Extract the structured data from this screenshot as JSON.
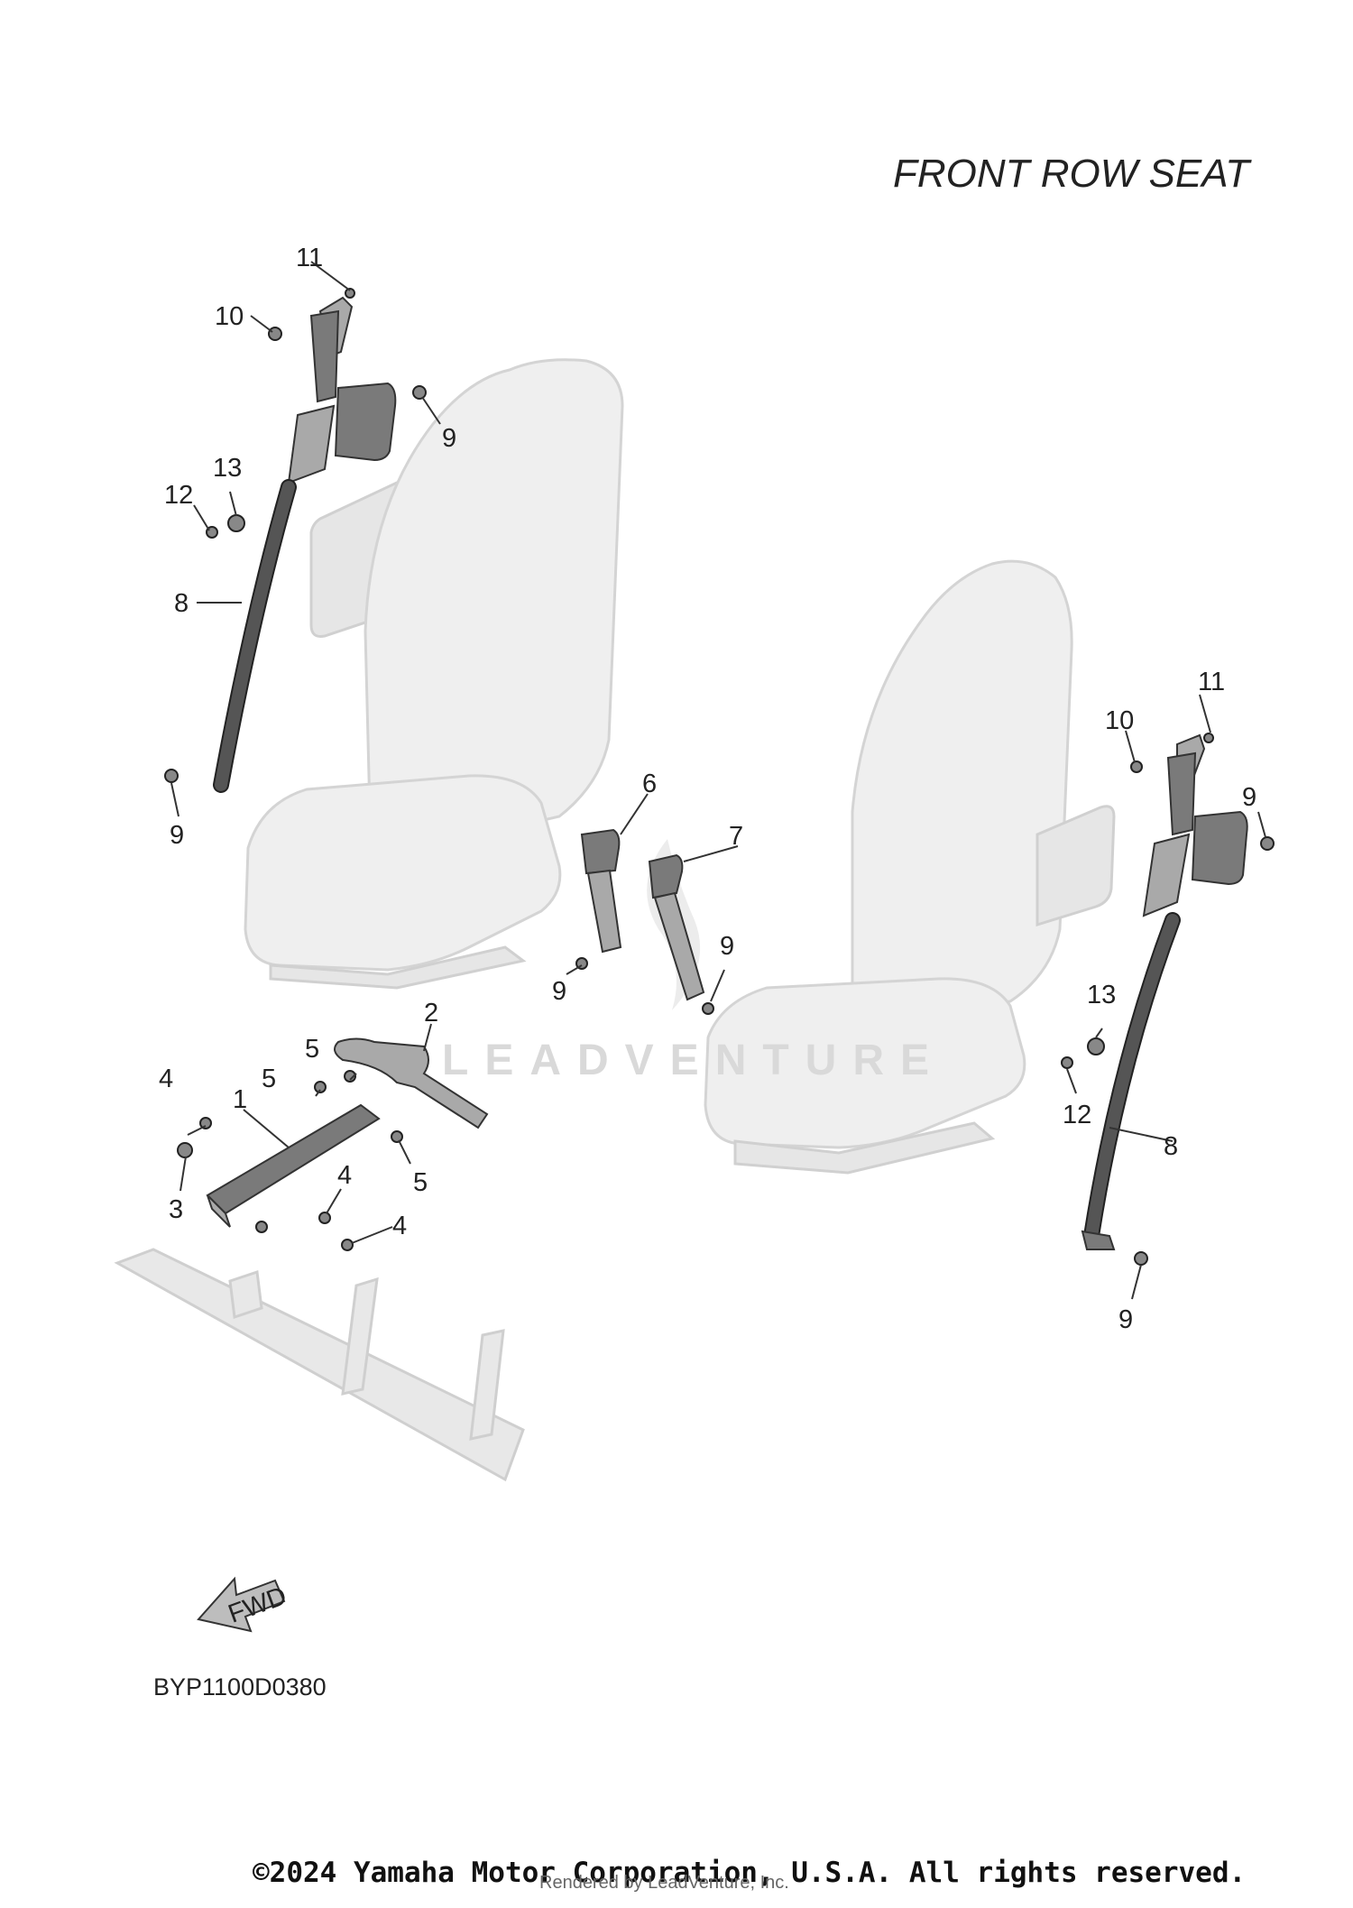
{
  "title": "FRONT ROW SEAT",
  "diagram_code": "BYP1100D0380",
  "fwd_label": "FWD",
  "copyright": "©2024 Yamaha Motor Corporation, U.S.A. All rights reserved.",
  "rendered_by": "Rendered by LeadVenture, Inc.",
  "watermark": "LEADVENTURE",
  "callouts": {
    "c1": "1",
    "c2": "2",
    "c3": "3",
    "c4a": "4",
    "c4b": "4",
    "c4c": "4",
    "c5a": "5",
    "c5b": "5",
    "c5c": "5",
    "c6": "6",
    "c7": "7",
    "c8a": "8",
    "c8b": "8",
    "c9a": "9",
    "c9b": "9",
    "c9c": "9",
    "c9d": "9",
    "c9e": "9",
    "c9f": "9",
    "c10a": "10",
    "c10b": "10",
    "c11a": "11",
    "c11b": "11",
    "c12a": "12",
    "c12b": "12",
    "c13a": "13",
    "c13b": "13"
  }
}
